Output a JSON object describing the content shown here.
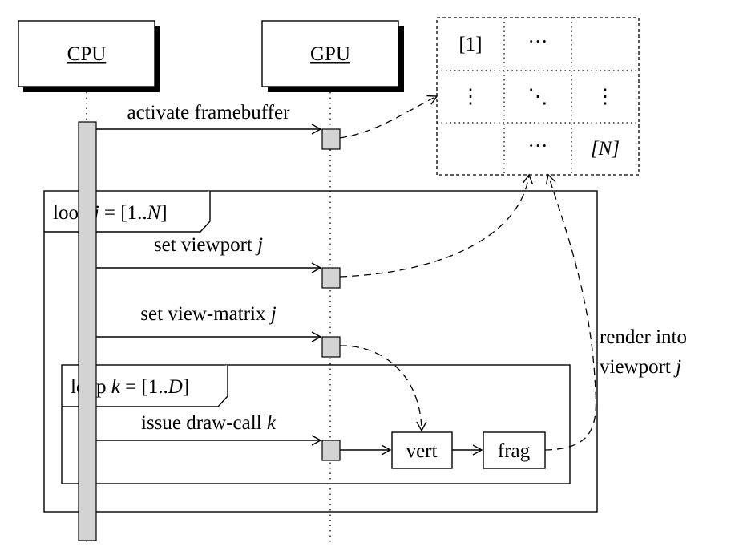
{
  "lifelines": {
    "cpu": {
      "label": "CPU"
    },
    "gpu": {
      "label": "GPU"
    }
  },
  "framebuffer_grid": {
    "rows": [
      [
        "[1]",
        "···",
        ""
      ],
      [
        "⋮",
        "⋱",
        "⋮"
      ],
      [
        "",
        "···",
        "[N]"
      ]
    ]
  },
  "messages": {
    "activate": "activate framebuffer",
    "set_viewport": {
      "text": "set viewport ",
      "var": "j"
    },
    "set_view_matrix": {
      "text": "set view-matrix ",
      "var": "j"
    },
    "issue_draw_call": {
      "text": "issue draw-call ",
      "var": "k"
    }
  },
  "loops": {
    "outer": {
      "prefix": "loop ",
      "var": "j",
      "eq": " = [1..",
      "bound": "N",
      "suffix": "]"
    },
    "inner": {
      "prefix": "loop ",
      "var": "k",
      "eq": " = [1..",
      "bound": "D",
      "suffix": "]"
    }
  },
  "pipeline": {
    "vert": "vert",
    "frag": "frag"
  },
  "annotation": {
    "line1": "render into",
    "line2_text": "viewport ",
    "line2_var": "j"
  }
}
